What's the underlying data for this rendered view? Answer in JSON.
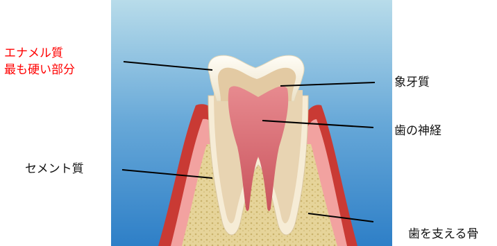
{
  "labels": {
    "enamel_line1": "エナメル質",
    "enamel_line2": "最も硬い部分",
    "dentin": "象牙質",
    "nerve": "歯の神経",
    "cementum": "セメント質",
    "bone": "歯を支える骨"
  },
  "colors": {
    "emphasis_text": "#ff0000",
    "text": "#111111",
    "leader_line": "#000000",
    "background_top": "#b8dcea",
    "background_bottom": "#2e7fc7",
    "gum": "#c93a34",
    "gum_light": "#f2a2a0",
    "bone": "#e6d49a",
    "enamel": "#f7f1e3",
    "dentin": "#e8d4b2",
    "pulp": "#d86a74"
  }
}
